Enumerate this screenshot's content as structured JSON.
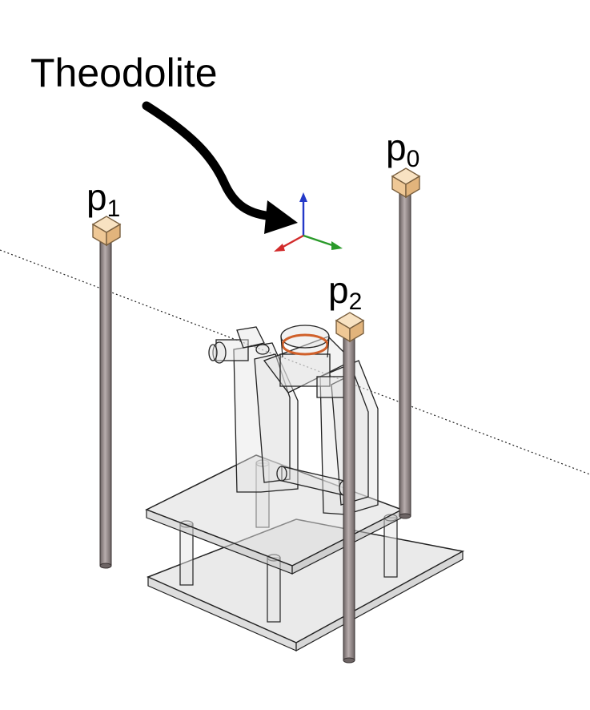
{
  "title": "Theodolite",
  "points": [
    {
      "letter": "p",
      "index": "0"
    },
    {
      "letter": "p",
      "index": "1"
    },
    {
      "letter": "p",
      "index": "2"
    }
  ],
  "colors": {
    "rod": "#8f8484",
    "rod_dark": "#5a5050",
    "marker_fill": "#f3d2a6",
    "marker_stroke": "#7a6040",
    "plate_fill": "#d9d9d9",
    "axis_x": "#d22b2b",
    "axis_y": "#2a9a2a",
    "axis_z": "#2439c8",
    "ring": "#d0602a"
  },
  "icons": [
    "pointer-arrow-icon",
    "coordinate-axes-icon",
    "cube-marker-icon"
  ]
}
